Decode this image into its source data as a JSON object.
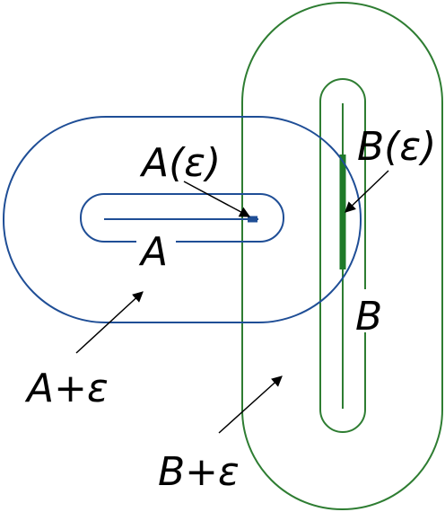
{
  "labels": {
    "a_eps": "A(ε)",
    "b_eps": "B(ε)",
    "a": "A",
    "b": "B",
    "a_plus_eps": "A+ε",
    "b_plus_eps": "B+ε"
  },
  "colors": {
    "set_a": "#1f4e96",
    "set_b": "#2e7d32",
    "b_eps_fill": "#1e7a28",
    "text": "#000000",
    "arrow": "#000000"
  }
}
